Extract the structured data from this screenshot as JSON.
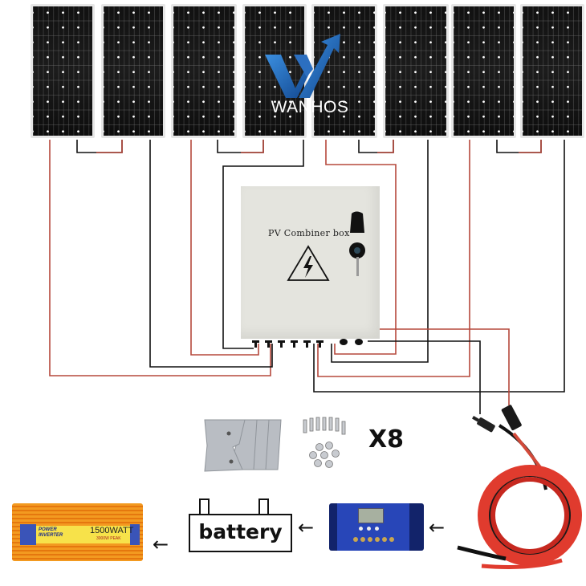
{
  "brand": {
    "logo_text": "WANHOS",
    "colors": {
      "logo_blue": "#1f5fae",
      "wire_red": "#b5483c",
      "wire_black": "#111111"
    }
  },
  "solar_panels": {
    "count": 8,
    "items": [
      {
        "id": "panel-1"
      },
      {
        "id": "panel-2"
      },
      {
        "id": "panel-3"
      },
      {
        "id": "panel-4"
      },
      {
        "id": "panel-5"
      },
      {
        "id": "panel-6"
      },
      {
        "id": "panel-7"
      },
      {
        "id": "panel-8"
      }
    ]
  },
  "combiner_box": {
    "label": "PV Combiner box",
    "icon": "high-voltage-warning-icon"
  },
  "mounting_kit": {
    "quantity_label": "X8",
    "items": [
      "z-bracket",
      "bolts-and-nuts"
    ]
  },
  "components": {
    "battery_label": "battery",
    "inverter": {
      "brand_line1": "POWER",
      "brand_line2": "INVERTER",
      "rating": "1500WATT",
      "peak": "3000W PEAK"
    },
    "charge_controller": {
      "name": "solar charge controller"
    },
    "cable": {
      "name": "solar cable with MC4 connectors"
    }
  },
  "flow_arrows": [
    "←",
    "←",
    "←"
  ]
}
